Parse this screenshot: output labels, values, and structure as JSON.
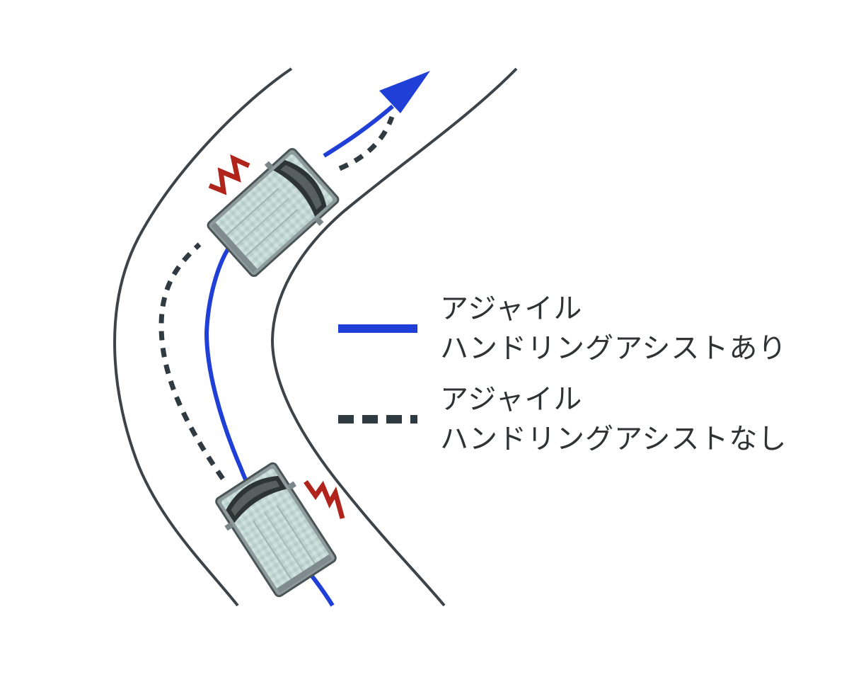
{
  "legend": [
    {
      "line1": "アジャイル",
      "line2": "ハンドリングアシストあり",
      "style": "solid",
      "color": "#1f3fd6"
    },
    {
      "line1": "アジャイル",
      "line2": "ハンドリングアシストなし",
      "style": "dashed",
      "color": "#2f3b40"
    }
  ],
  "colors": {
    "road_edge": "#3d4449",
    "path_with_assist": "#1f3fd6",
    "path_without_assist": "#2f3b40",
    "vibration_mark": "#b0241b",
    "vehicle_body": "#bcd2cf",
    "vehicle_outline": "#4a5558"
  },
  "icons": {
    "arrow": "arrowhead-icon",
    "vibration": "zigzag-vibration-icon",
    "vehicle": "van-top-view-icon"
  }
}
